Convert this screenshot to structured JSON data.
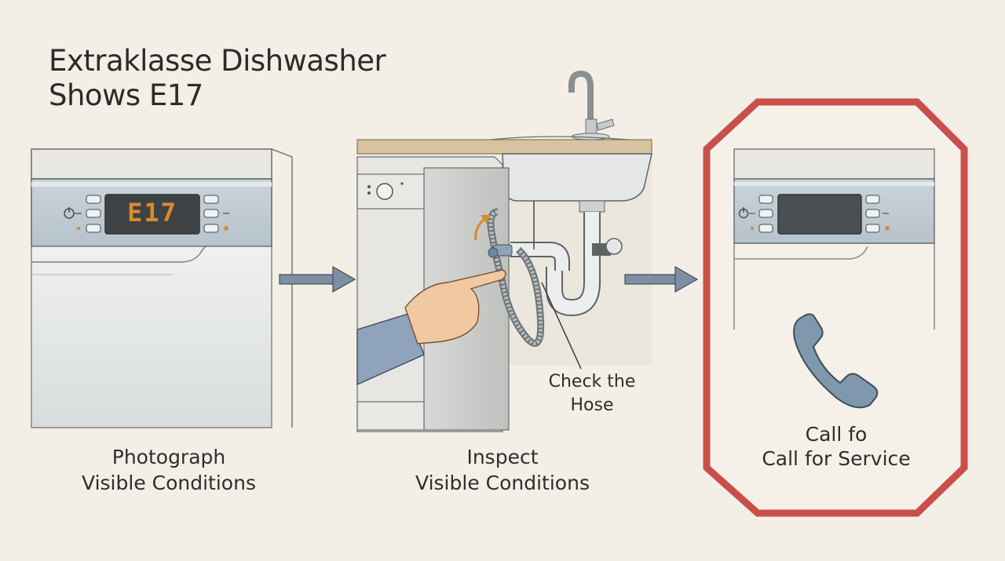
{
  "title": {
    "line1": "Extraklasse Dishwasher",
    "line2": "Shows E17"
  },
  "display_code": "E17",
  "steps": [
    {
      "line1": "Photograph",
      "line2": "Visible Conditions"
    },
    {
      "line1": "Inspect",
      "line2": "Visible Conditions"
    },
    {
      "line1": "Call fo",
      "line2": "Call for Service"
    }
  ],
  "callout": {
    "line1": "Check the",
    "line2": "Hose"
  },
  "colors": {
    "background": "#f3efe6",
    "highlight_frame": "#c9504a",
    "arrow": "#6e8298",
    "display_text": "#d98a2f",
    "phone": "#7f98ad"
  },
  "icons": [
    "power-icon",
    "arrow-right-icon",
    "phone-icon",
    "faucet-icon",
    "sink-icon",
    "hand-icon"
  ]
}
